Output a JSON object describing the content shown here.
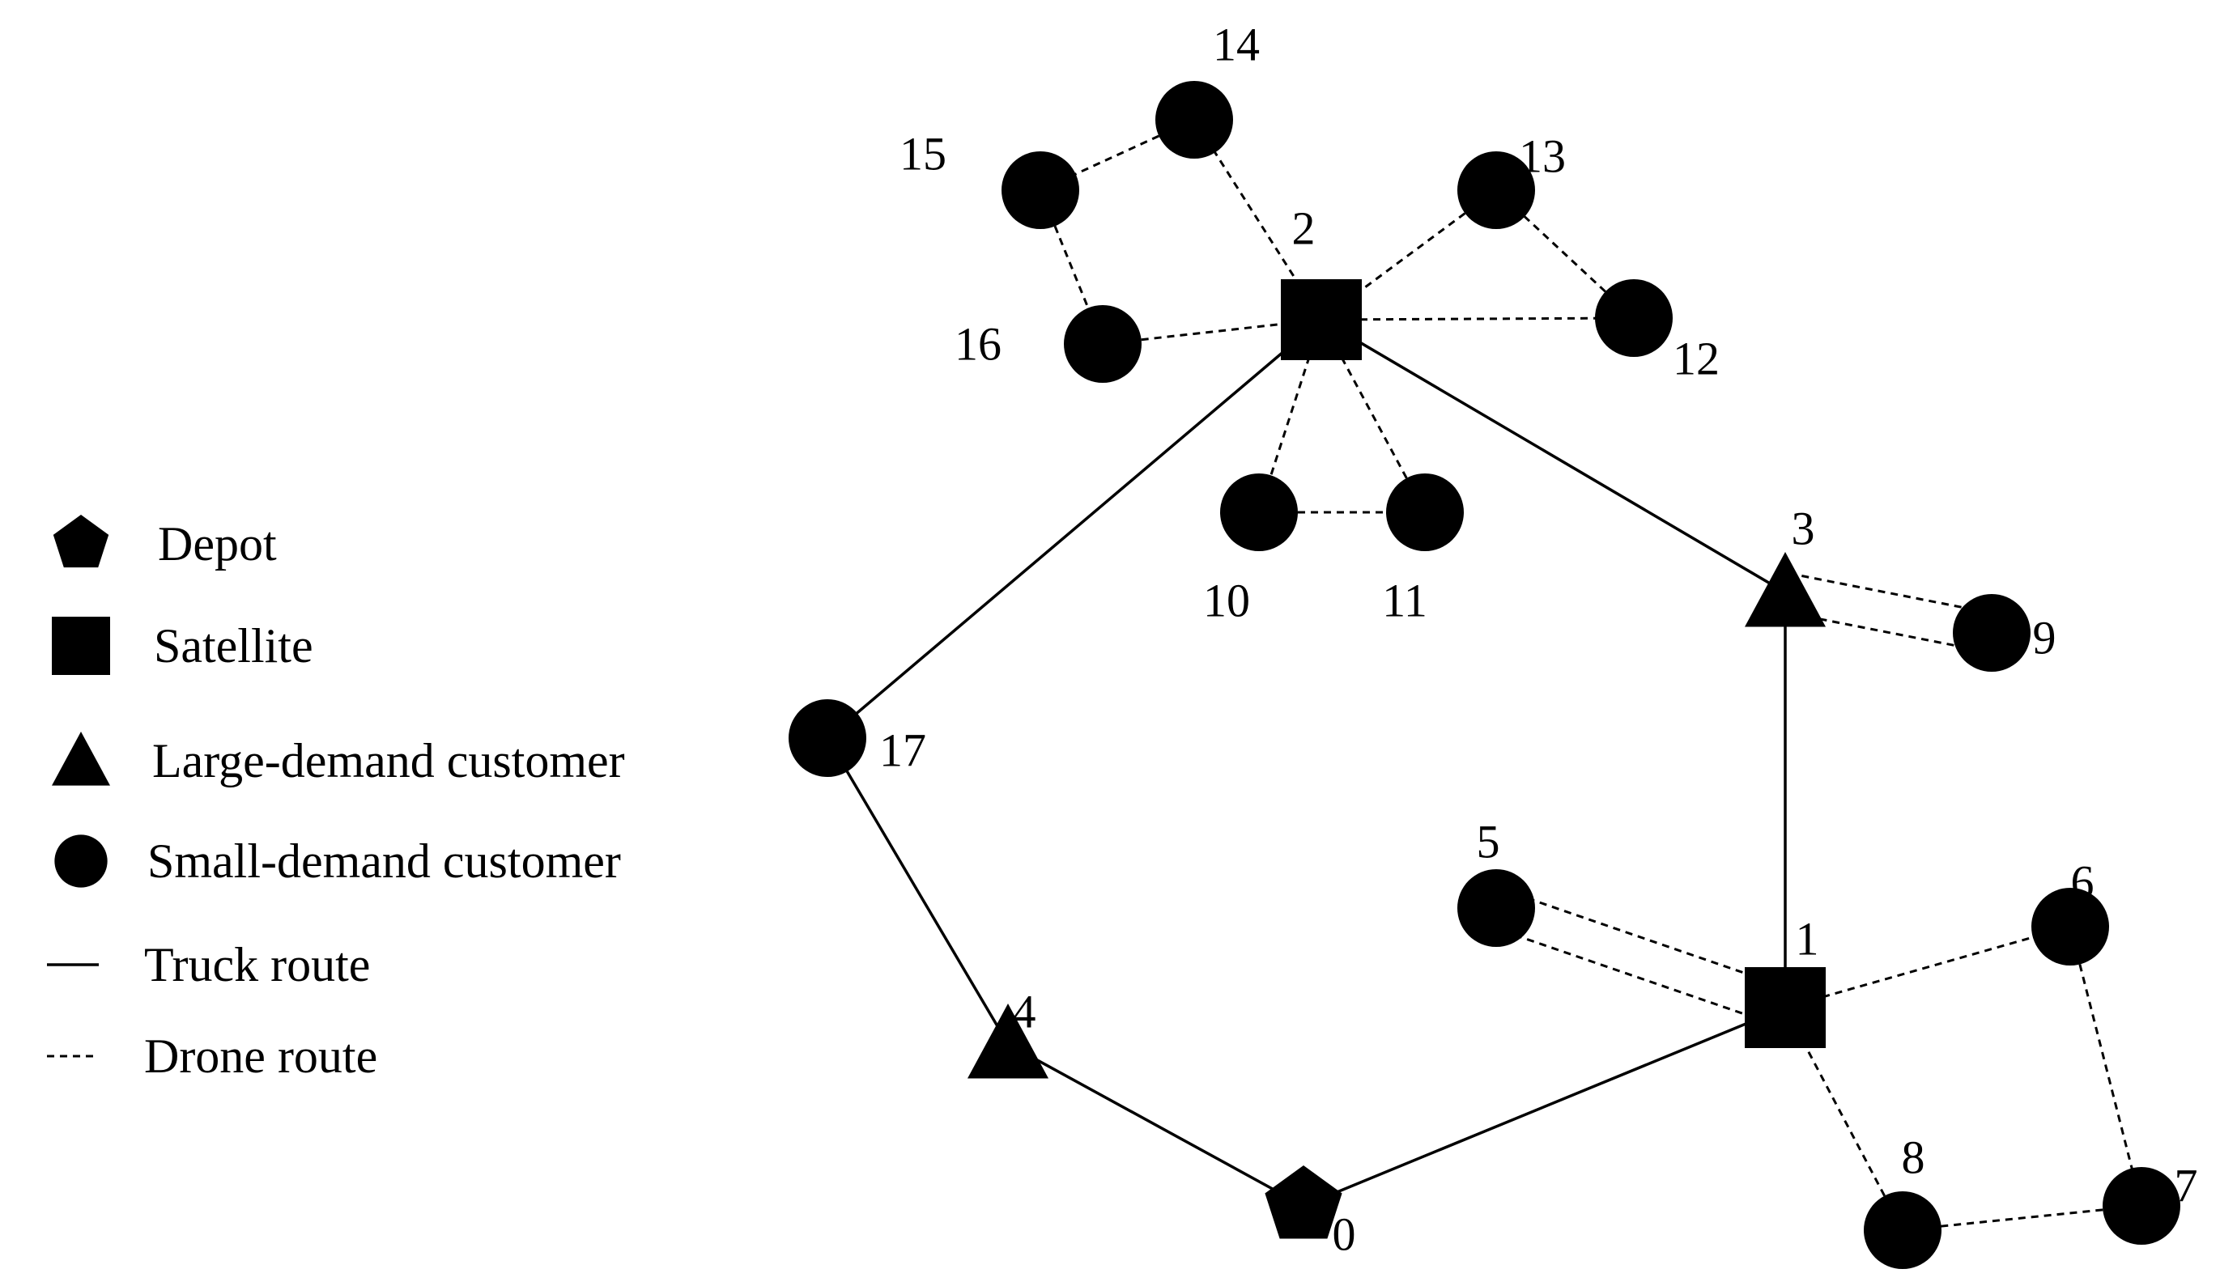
{
  "legend": [
    {
      "id": "depot",
      "label": "Depot"
    },
    {
      "id": "satellite",
      "label": "Satellite"
    },
    {
      "id": "large",
      "label": "Large-demand customer"
    },
    {
      "id": "small",
      "label": "Small-demand customer"
    },
    {
      "id": "truck",
      "label": "Truck route"
    },
    {
      "id": "drone",
      "label": "Drone route"
    }
  ],
  "nodes": [
    {
      "id": "0",
      "type": "depot",
      "label": "0"
    },
    {
      "id": "1",
      "type": "satellite",
      "label": "1"
    },
    {
      "id": "2",
      "type": "satellite",
      "label": "2"
    },
    {
      "id": "3",
      "type": "large",
      "label": "3"
    },
    {
      "id": "4",
      "type": "large",
      "label": "4"
    },
    {
      "id": "5",
      "type": "small",
      "label": "5"
    },
    {
      "id": "6",
      "type": "small",
      "label": "6"
    },
    {
      "id": "7",
      "type": "small",
      "label": "7"
    },
    {
      "id": "8",
      "type": "small",
      "label": "8"
    },
    {
      "id": "9",
      "type": "small",
      "label": "9"
    },
    {
      "id": "10",
      "type": "small",
      "label": "10"
    },
    {
      "id": "11",
      "type": "small",
      "label": "11"
    },
    {
      "id": "12",
      "type": "small",
      "label": "12"
    },
    {
      "id": "13",
      "type": "small",
      "label": "13"
    },
    {
      "id": "14",
      "type": "small",
      "label": "14"
    },
    {
      "id": "15",
      "type": "small",
      "label": "15"
    },
    {
      "id": "16",
      "type": "small",
      "label": "16"
    },
    {
      "id": "17",
      "type": "small",
      "label": "17"
    }
  ],
  "truck_edges": [
    [
      "0",
      "1"
    ],
    [
      "1",
      "3"
    ],
    [
      "3",
      "2"
    ],
    [
      "2",
      "17"
    ],
    [
      "17",
      "4"
    ],
    [
      "4",
      "0"
    ]
  ],
  "drone_edges": [
    [
      "1",
      "5"
    ],
    [
      "1",
      "5"
    ],
    [
      "1",
      "6"
    ],
    [
      "6",
      "7"
    ],
    [
      "7",
      "8"
    ],
    [
      "8",
      "1"
    ],
    [
      "3",
      "9"
    ],
    [
      "3",
      "9"
    ],
    [
      "2",
      "10"
    ],
    [
      "10",
      "11"
    ],
    [
      "11",
      "2"
    ],
    [
      "2",
      "12"
    ],
    [
      "12",
      "13"
    ],
    [
      "13",
      "2"
    ],
    [
      "2",
      "14"
    ],
    [
      "14",
      "15"
    ],
    [
      "15",
      "16"
    ],
    [
      "16",
      "2"
    ]
  ]
}
